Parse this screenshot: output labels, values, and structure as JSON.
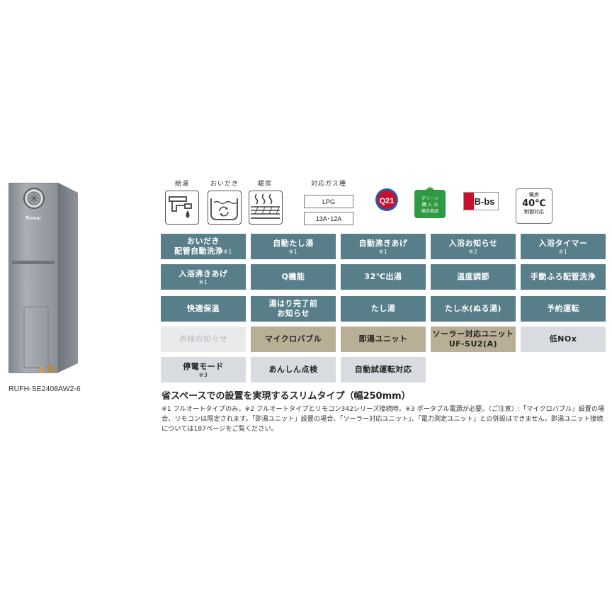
{
  "product": {
    "brand_logo": "Rinnai",
    "model": "RUFH-SE2408AW2-6"
  },
  "icons": [
    {
      "label": "給湯",
      "icon": "faucet-icon"
    },
    {
      "label": "おいだき",
      "icon": "reheat-bath-icon"
    },
    {
      "label": "暖房",
      "icon": "floor-heating-icon"
    }
  ],
  "gas": {
    "label": "対応ガス種",
    "types": [
      "LPG",
      "13A･12A"
    ]
  },
  "badges": {
    "q21": "Q21",
    "green_lines": [
      "グリーン",
      "購 入 法",
      "適合商品"
    ],
    "bbs": "B-bs",
    "heating40": {
      "top": "暖房",
      "value": "40℃",
      "bottom": "制御対応"
    }
  },
  "features": [
    {
      "label": "おいだき\n配管自動洗浄",
      "note": "※1",
      "inline_note": true,
      "style": "teal"
    },
    {
      "label": "自動たし湯",
      "note": "※1",
      "style": "teal"
    },
    {
      "label": "自動沸きあげ",
      "note": "※1",
      "style": "teal"
    },
    {
      "label": "入浴お知らせ",
      "note": "※2",
      "style": "teal"
    },
    {
      "label": "入浴タイマー",
      "note": "※1",
      "style": "teal"
    },
    {
      "label": "入浴沸きあげ",
      "note": "※1",
      "style": "teal"
    },
    {
      "label": "Q機能",
      "note": "",
      "style": "teal"
    },
    {
      "label": "32℃出湯",
      "note": "",
      "style": "teal"
    },
    {
      "label": "温度調節",
      "note": "",
      "style": "teal"
    },
    {
      "label": "手動ふろ配管洗浄",
      "note": "",
      "style": "teal"
    },
    {
      "label": "快適保温",
      "note": "",
      "style": "teal"
    },
    {
      "label": "湯はり完了前\nお知らせ",
      "note": "",
      "style": "teal"
    },
    {
      "label": "たし湯",
      "note": "",
      "style": "teal"
    },
    {
      "label": "たし水(ぬる湯)",
      "note": "",
      "style": "teal"
    },
    {
      "label": "予約運転",
      "note": "",
      "style": "teal"
    },
    {
      "label": "点検お知らせ",
      "note": "",
      "style": "disabled"
    },
    {
      "label": "マイクロバブル",
      "note": "",
      "style": "tan"
    },
    {
      "label": "即湯ユニット",
      "note": "",
      "style": "tan"
    },
    {
      "label": "ソーラー対応ユニット\nUF-SU2(A)",
      "note": "",
      "style": "tan"
    },
    {
      "label": "低NOx",
      "note": "",
      "style": "grey"
    },
    {
      "label": "停電モード",
      "note": "※3",
      "style": "grey"
    },
    {
      "label": "あんしん点検",
      "note": "",
      "style": "grey"
    },
    {
      "label": "自動試運転対応",
      "note": "",
      "style": "grey"
    }
  ],
  "headline": "省スペースでの設置を実現するスリムタイプ（幅250mm）",
  "footnote": "※1 フルオートタイプのみ。※2 フルオートタイプとリモコン342シリーズ接続時。※3 ポータブル電源が必要。〈ご注意〉:「マイクロバブル」設置の場合、リモコンは限定されます。「即湯ユニット」設置の場合、「ソーラー対応ユニット」、「電力測定ユニット」との併設はできません。即湯ユニット接続については187ページをご覧ください。"
}
